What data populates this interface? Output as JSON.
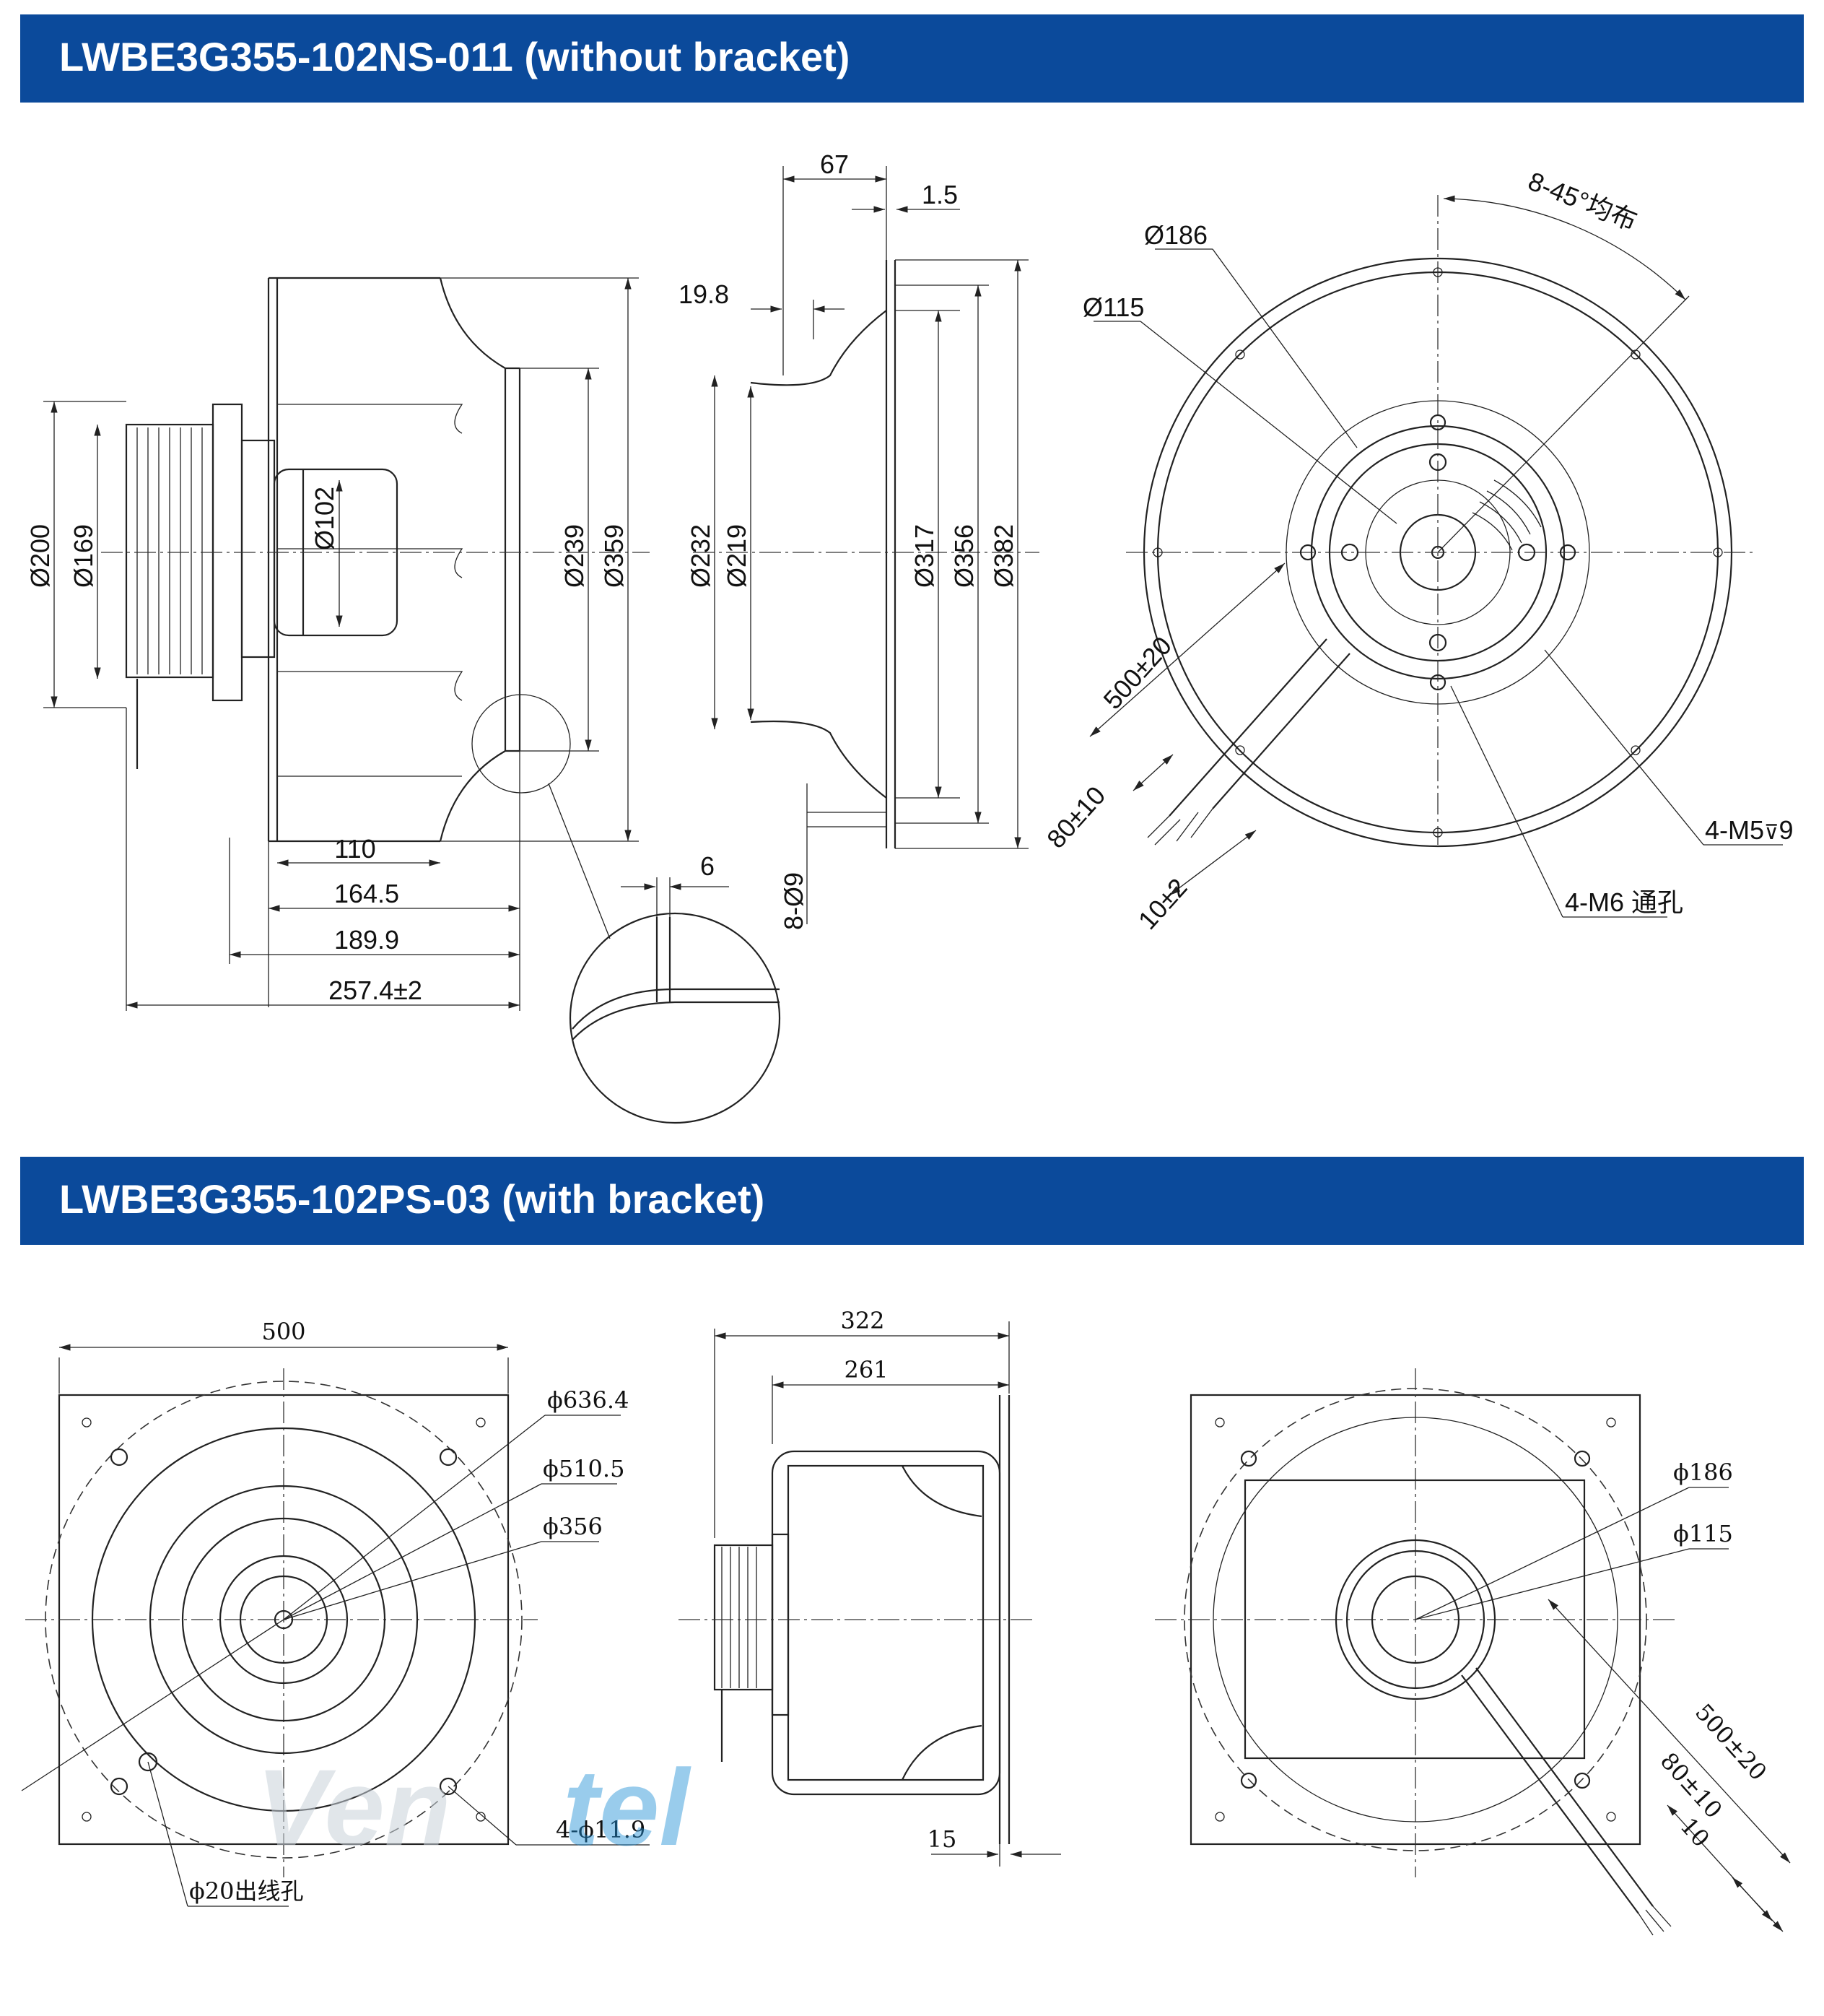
{
  "banners": {
    "top": "LWBE3G355-102NS-011 (without bracket)",
    "bottom": "LWBE3G355-102PS-03 (with bracket)"
  },
  "colors": {
    "banner": "#0b4a9b",
    "banner_text": "#ffffff",
    "line": "#222222"
  },
  "top_side_view": {
    "d200": "Ø200",
    "d169": "Ø169",
    "d102": "Ø102",
    "d239": "Ø239",
    "d359": "Ø359",
    "w110": "110",
    "w164": "164.5",
    "w189": "189.9",
    "w257": "257.4±2",
    "t6": "6"
  },
  "top_section_view": {
    "w67": "67",
    "t15": "1.5",
    "w198": "19.8",
    "d232": "Ø232",
    "d219": "Ø219",
    "d317": "Ø317",
    "d356": "Ø356",
    "d382": "Ø382",
    "holes": "8-Ø9"
  },
  "top_front_view": {
    "angle": "8-45°均布",
    "d186": "Ø186",
    "d115": "Ø115",
    "cable": "500±20",
    "strip": "80±10",
    "end": "10±2",
    "m5": "4-M5",
    "m5_depth": "9",
    "m6": "4-M6 通孔"
  },
  "bottom_front_view": {
    "w500": "500",
    "d636": "ϕ636.4",
    "d510": "ϕ510.5",
    "d356": "ϕ356",
    "holes": "4-ϕ11.9",
    "outlet": "ϕ20出线孔"
  },
  "bottom_side_view": {
    "w322": "322",
    "w261": "261",
    "t15": "15"
  },
  "bottom_rear_view": {
    "d186": "ϕ186",
    "d115": "ϕ115",
    "cable": "500±20",
    "strip": "80±10",
    "end": "10"
  },
  "watermark": {
    "part1": "Ven",
    "part2": "tel"
  }
}
